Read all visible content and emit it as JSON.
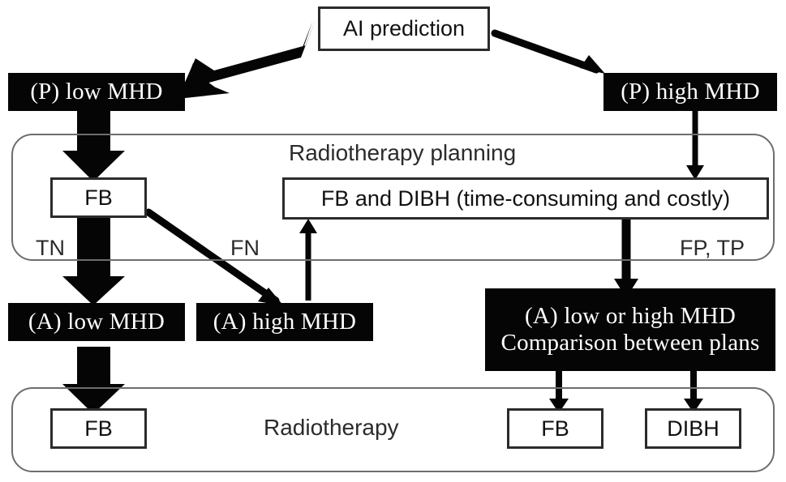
{
  "figure": {
    "type": "flowchart",
    "description": "Clinical workflow comparing AI-predicted mean heart dose (MHD) with actual MHD for radiotherapy planning"
  },
  "nodes": {
    "ai_prediction": "AI prediction",
    "pred_low": "(P) low MHD",
    "pred_high": "(P) high MHD",
    "plan_fb": "FB",
    "plan_fb_dibh": "FB and DIBH (time-consuming and costly)",
    "actual_low": "(A) low MHD",
    "actual_high": "(A) high MHD",
    "comparison_line1": "(A) low or high MHD",
    "comparison_line2": "Comparison between plans",
    "treat_fb_left": "FB",
    "treat_fb_right": "FB",
    "treat_dibh": "DIBH"
  },
  "panels": {
    "planning_title": "Radiotherapy planning",
    "therapy_title": "Radiotherapy"
  },
  "edge_labels": {
    "tn": "TN",
    "fn": "FN",
    "fp_tp": "FP, TP"
  },
  "colors": {
    "black_fill": "#050505",
    "white_fill": "#ffffff",
    "box_outline": "#2b2b2b",
    "panel_outline": "#6d6d6d",
    "text_dark": "#111111",
    "text_light": "#ffffff"
  }
}
